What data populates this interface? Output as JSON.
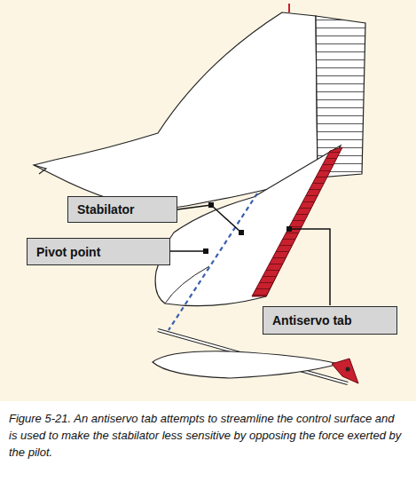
{
  "diagram": {
    "caption": "Figure 5-21. An antiservo tab attempts to streamline the control surface and is used to make the stabilator less sensitive by opposing the force exerted by the pilot.",
    "nodes": [
      {
        "text": [
          "Stabilator"
        ]
      },
      {
        "text": [
          "Pivot point"
        ]
      },
      {
        "text": [
          "Antiservo tab"
        ]
      }
    ]
  }
}
